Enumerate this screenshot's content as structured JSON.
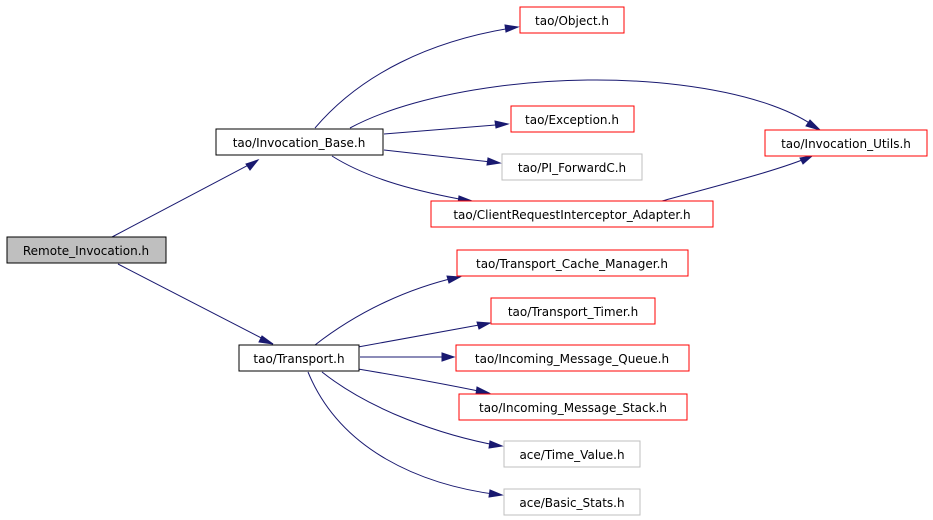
{
  "colors": {
    "edge": "#191970",
    "root_fill": "#bfbfbf",
    "black_border": "#000000",
    "red_border": "#ff0000",
    "gray_border": "#bfbfbf"
  },
  "nodes": {
    "remote_invocation": "Remote_Invocation.h",
    "invocation_base": "tao/Invocation_Base.h",
    "transport": "tao/Transport.h",
    "object": "tao/Object.h",
    "exception": "tao/Exception.h",
    "pi_forwardc": "tao/PI_ForwardC.h",
    "invocation_utils": "tao/Invocation_Utils.h",
    "client_request_interceptor_adapter": "tao/ClientRequestInterceptor_Adapter.h",
    "transport_cache_manager": "tao/Transport_Cache_Manager.h",
    "transport_timer": "tao/Transport_Timer.h",
    "incoming_message_queue": "tao/Incoming_Message_Queue.h",
    "incoming_message_stack": "tao/Incoming_Message_Stack.h",
    "time_value": "ace/Time_Value.h",
    "basic_stats": "ace/Basic_Stats.h"
  }
}
